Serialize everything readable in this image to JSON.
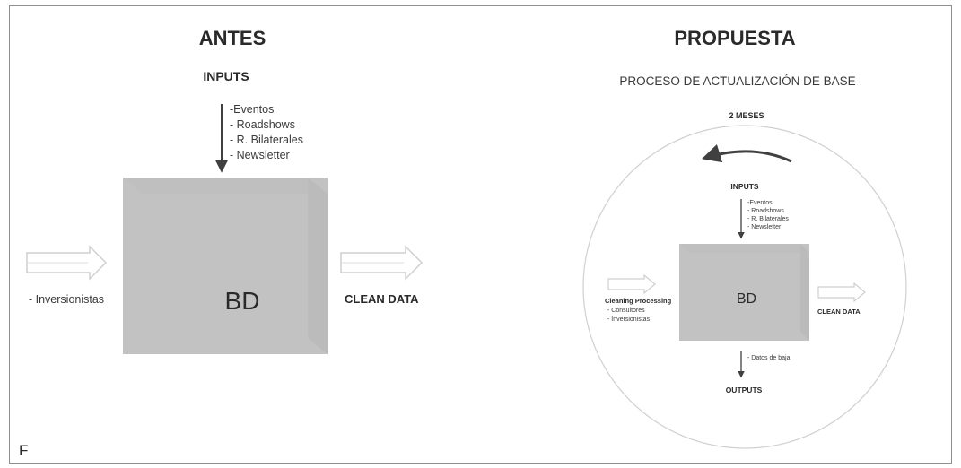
{
  "corner_label": "F",
  "antes": {
    "title": "ANTES",
    "inputs_label": "INPUTS",
    "inputs_list": [
      "-Eventos",
      "- Roadshows",
      "- R. Bilaterales",
      "- Newsletter"
    ],
    "box_label": "BD",
    "left_label": "- Inversionistas",
    "right_label": "CLEAN DATA"
  },
  "propuesta": {
    "title": "PROPUESTA",
    "subtitle": "PROCESO DE ACTUALIZACIÓN DE BASE",
    "cycle_label": "2 MESES",
    "inputs_label": "INPUTS",
    "inputs_list": [
      "-Eventos",
      "- Roadshows",
      "- R. Bilaterales",
      "- Newsletter"
    ],
    "box_label": "BD",
    "left_labels": [
      "Cleaning Processing",
      "- Consultores",
      "- Inversionistas"
    ],
    "right_label": "CLEAN DATA",
    "bottom_note": "- Datos de baja",
    "outputs_label": "OUTPUTS"
  },
  "colors": {
    "box_front": "#bdbdbd",
    "box_top": "#d6d6d6",
    "box_side": "#a8a8a8",
    "arrow": "#404040",
    "hollow_arrow": "#cfcfcf",
    "text": "#2a2a2a"
  }
}
